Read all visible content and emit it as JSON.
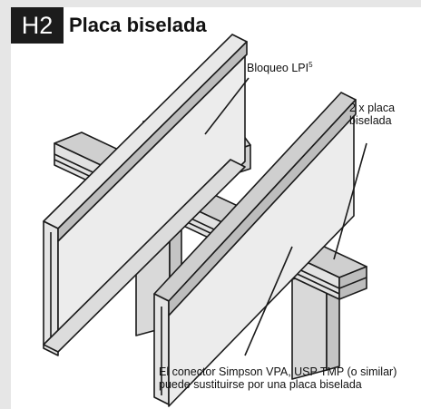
{
  "header": {
    "code": "H2",
    "title": "Placa biselada"
  },
  "callouts": {
    "blocking": {
      "text": "Bloqueo LPI",
      "superscript": "5"
    },
    "plates": {
      "line1": "2 x placa",
      "line2": "biselada"
    },
    "connector": {
      "line1": "El conector Simpson VPA, USP TMP (o similar)",
      "line2": "puede sustituirse por una placa biselada"
    }
  },
  "colors": {
    "frame": "#e6e6e6",
    "header_bg": "#1c1c1c",
    "joist_top": "#c9c9c9",
    "joist_web": "#e4e4e4",
    "beam_top": "#cfcfcf",
    "post_face": "#d9d9d9",
    "outline": "#1a1a1a"
  }
}
